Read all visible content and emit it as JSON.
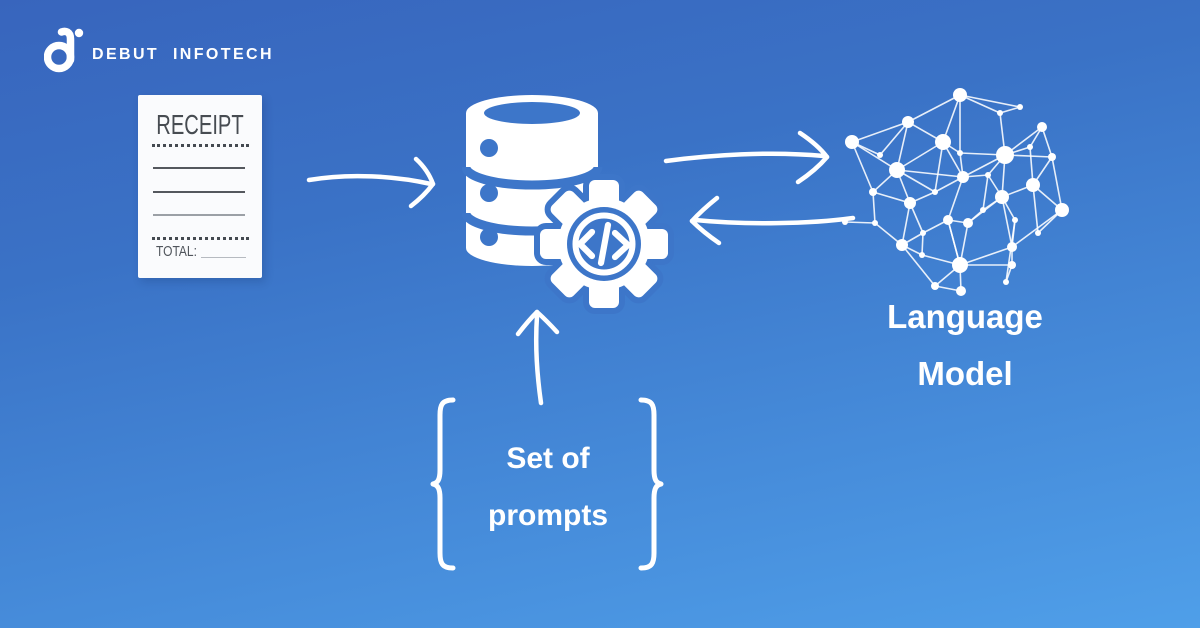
{
  "brand": {
    "name": "DEBUT INFOTECH",
    "logo_icon": "debut-infotech-mark"
  },
  "receipt": {
    "title": "RECEIPT",
    "total_label": "TOTAL:",
    "icon": "receipt-illustration"
  },
  "pipeline": {
    "database_icon": "database-icon",
    "gear_icon": "gear-code-icon",
    "gear_glyph": "</>",
    "network_icon": "neural-network-icon"
  },
  "language_model": {
    "line1": "Language",
    "line2": "Model"
  },
  "prompts": {
    "line1": "Set of",
    "line2": "prompts"
  },
  "arrows": [
    {
      "name": "arrow-receipt-to-database",
      "direction": "right"
    },
    {
      "name": "arrow-database-to-model",
      "direction": "right"
    },
    {
      "name": "arrow-model-to-database",
      "direction": "left"
    },
    {
      "name": "arrow-prompts-to-database",
      "direction": "up"
    }
  ],
  "colors": {
    "bg_top": "#3865bd",
    "bg_mid": "#3a72c6",
    "bg_bottom": "#4f9fe9",
    "cutout": "#3d76c9",
    "ink": "#474c52",
    "white": "#ffffff"
  }
}
